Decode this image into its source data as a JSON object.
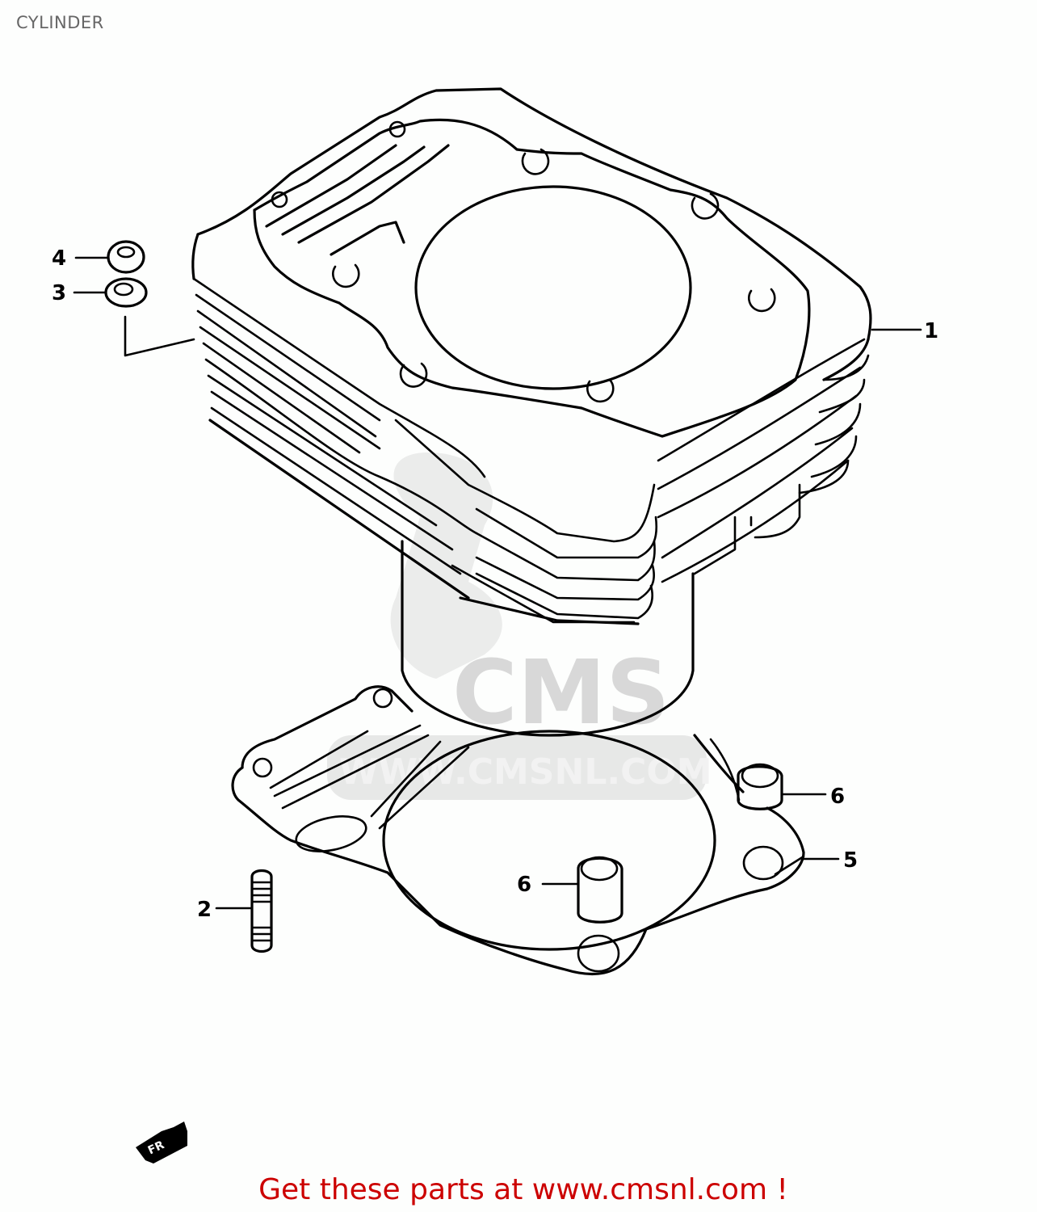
{
  "page": {
    "title": "CYLINDER"
  },
  "watermark": {
    "logo_text": "CMS",
    "url_text": "WWW.CMSNL.COM"
  },
  "callouts": [
    {
      "number": "1",
      "part": "cylinder"
    },
    {
      "number": "2",
      "part": "stud"
    },
    {
      "number": "3",
      "part": "washer"
    },
    {
      "number": "4",
      "part": "nut"
    },
    {
      "number": "5",
      "part": "cylinder-base-gasket"
    },
    {
      "number": "6",
      "part": "dowel-pin"
    },
    {
      "number": "6",
      "part": "dowel-pin"
    }
  ],
  "front_arrow": {
    "label": "FR"
  },
  "footer": {
    "text": "Get these parts at www.cmsnl.com !"
  },
  "colors": {
    "title": "#666666",
    "footer": "#cc0000",
    "line": "#000000",
    "watermark": "#d9d9d9"
  }
}
